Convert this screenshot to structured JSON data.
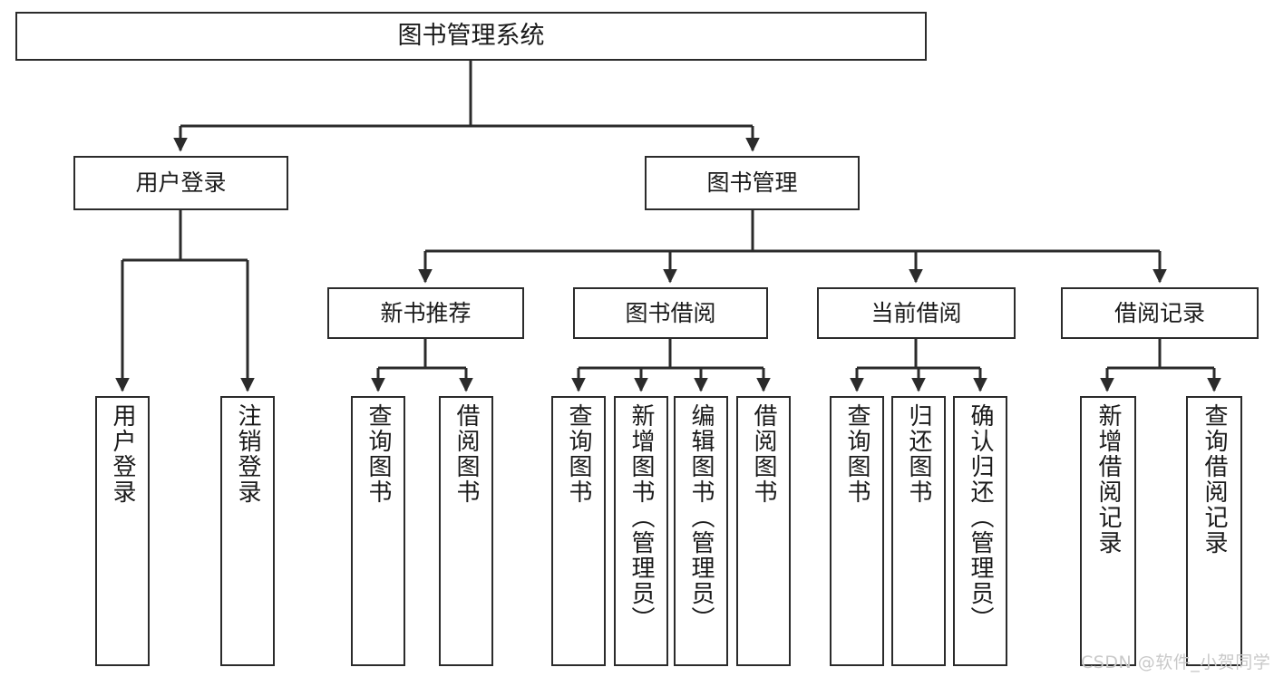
{
  "diagram": {
    "title": "图书管理系统",
    "type": "tree-hierarchy",
    "watermark": "CSDN @软件_小贺同学",
    "colors": {
      "box_stroke": "#2b2b2b",
      "box_fill": "#ffffff",
      "connector": "#2b2b2b",
      "text": "#1a1a1a",
      "watermark": "#c9c9c9",
      "background": "#ffffff"
    },
    "nodes": {
      "root": {
        "label": "图书管理系统"
      },
      "level1": [
        {
          "label": "用户登录"
        },
        {
          "label": "图书管理"
        }
      ],
      "level2": [
        {
          "label": "新书推荐"
        },
        {
          "label": "图书借阅"
        },
        {
          "label": "当前借阅"
        },
        {
          "label": "借阅记录"
        }
      ],
      "leaves_user_login": [
        {
          "label": "用户登录"
        },
        {
          "label": "注销登录"
        }
      ],
      "leaves_new_book": [
        {
          "label": "查询图书"
        },
        {
          "label": "借阅图书"
        }
      ],
      "leaves_borrow": [
        {
          "label": "查询图书"
        },
        {
          "label": "新增图书（管理员）"
        },
        {
          "label": "编辑图书（管理员）"
        },
        {
          "label": "借阅图书"
        }
      ],
      "leaves_current": [
        {
          "label": "查询图书"
        },
        {
          "label": "归还图书"
        },
        {
          "label": "确认归还（管理员）"
        }
      ],
      "leaves_record": [
        {
          "label": "新增借阅记录"
        },
        {
          "label": "查询借阅记录"
        }
      ]
    }
  }
}
